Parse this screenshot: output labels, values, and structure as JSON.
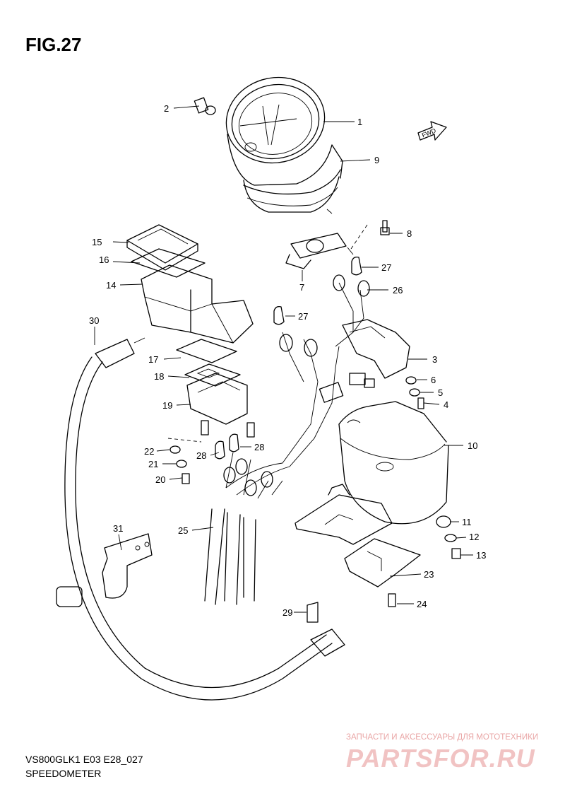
{
  "figure": {
    "title": "FIG.27",
    "model_code": "VS800GLK1 E03 E28_027",
    "section_name": "SPEEDOMETER"
  },
  "fwd_label": "FWD",
  "watermark": {
    "tagline": "ЗАПЧАСТИ И АКСЕССУАРЫ ДЛЯ МОТОТЕХНИКИ",
    "logo": "PARTSFOR.RU"
  },
  "callouts": [
    "1",
    "2",
    "3",
    "4",
    "5",
    "6",
    "7",
    "8",
    "9",
    "10",
    "11",
    "12",
    "13",
    "14",
    "15",
    "16",
    "17",
    "18",
    "19",
    "20",
    "21",
    "22",
    "23",
    "24",
    "25",
    "26",
    "27",
    "27",
    "28",
    "28",
    "29",
    "30",
    "31"
  ]
}
